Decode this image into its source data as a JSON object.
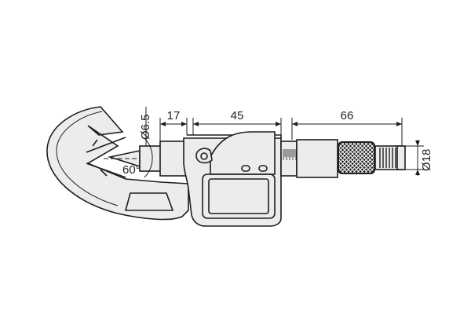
{
  "diagram": {
    "dimensions": {
      "anvil_gap": "17",
      "body_length": "45",
      "thimble_length": "66",
      "spindle_diameter": "Ø6.5",
      "ratchet_diameter": "Ø18",
      "v_angle": "60°"
    },
    "colors": {
      "outline": "#1e1e1e",
      "body": "#ececec",
      "knurl": "#1e1e1e",
      "background": "#ffffff"
    }
  }
}
